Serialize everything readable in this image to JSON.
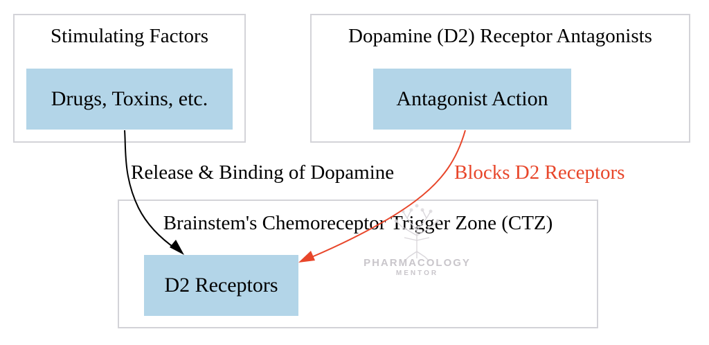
{
  "clusters": {
    "stimulating": {
      "title": "Stimulating Factors"
    },
    "antagonists": {
      "title": "Dopamine (D2) Receptor Antagonists"
    },
    "ctz": {
      "title": "Brainstem's Chemoreceptor Trigger Zone (CTZ)"
    }
  },
  "nodes": {
    "drugs": "Drugs, Toxins, etc.",
    "antagonist_action": "Antagonist Action",
    "d2_receptors": "D2 Receptors"
  },
  "edges": {
    "release": "Release & Binding of Dopamine",
    "blocks": "Blocks D2 Receptors"
  },
  "watermark": {
    "line1": "PHARMACOLOGY",
    "line2": "MENTOR"
  },
  "colors": {
    "node_fill": "#b3d5e8",
    "cluster_border": "#d3d3d8",
    "block_edge": "#e8462a",
    "release_edge": "#000000",
    "watermark": "#c9c6cb"
  }
}
